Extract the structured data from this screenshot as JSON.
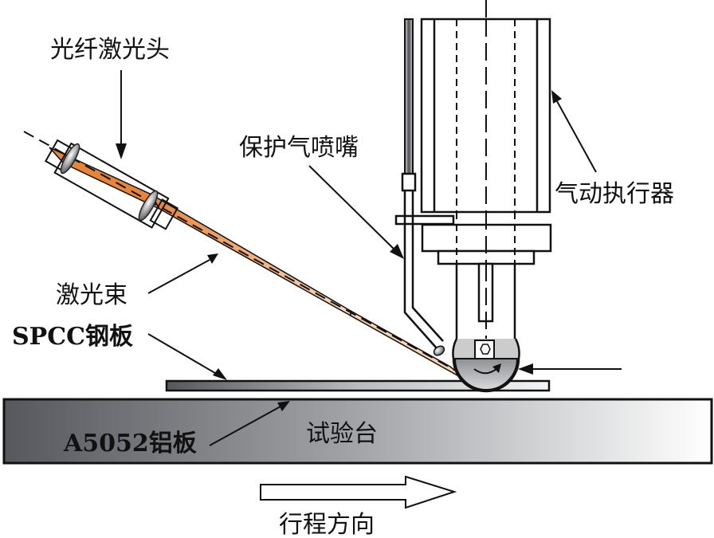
{
  "labels": {
    "laser_head": "光纤激光头",
    "shield_gas_nozzle": "保护气喷嘴",
    "pneumatic_actuator": "气动执行器",
    "laser_beam": "激光束",
    "spcc_plate": "SPCC钢板",
    "aluminum_plate": "A5052铝板",
    "test_bench": "试验台",
    "travel_direction": "行程方向"
  },
  "colors": {
    "beam_dark": "#e8853a",
    "beam_light": "#fcd3b0",
    "steel_dark": "#55575c",
    "steel_light": "#f4f5f6",
    "bench_dark": "#56585d",
    "bench_light": "#ffffff",
    "roller_gray": "#a9abae",
    "outline": "#111111"
  }
}
